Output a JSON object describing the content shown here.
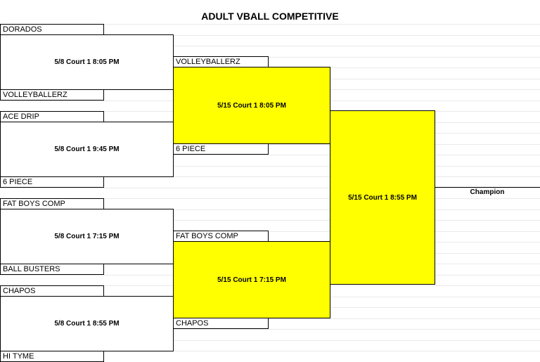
{
  "title": "ADULT VBALL COMPETITIVE",
  "round1": {
    "teams": [
      "DORADOS",
      "VOLLEYBALLERZ",
      "ACE DRIP",
      "6 PIECE",
      "FAT BOYS COMP",
      "BALL BUSTERS",
      "CHAPOS",
      "HI TYME"
    ],
    "games": [
      "5/8 Court 1 8:05 PM",
      "5/8 Court 1 9:45 PM",
      "5/8 Court 1 7:15 PM",
      "5/8 Court 1 8:55 PM"
    ]
  },
  "round2": {
    "teams": [
      "VOLLEYBALLERZ",
      "6 PIECE",
      "FAT BOYS COMP",
      "CHAPOS"
    ],
    "games": [
      "5/15 Court 1 8:05 PM",
      "5/15 Court 1 7:15 PM"
    ]
  },
  "final": {
    "game": "5/15 Court 1 8:55 PM",
    "champion_label": "Champion"
  },
  "colors": {
    "highlight": "#ffff00",
    "line": "#000000",
    "grid": "#e9e9e9"
  }
}
